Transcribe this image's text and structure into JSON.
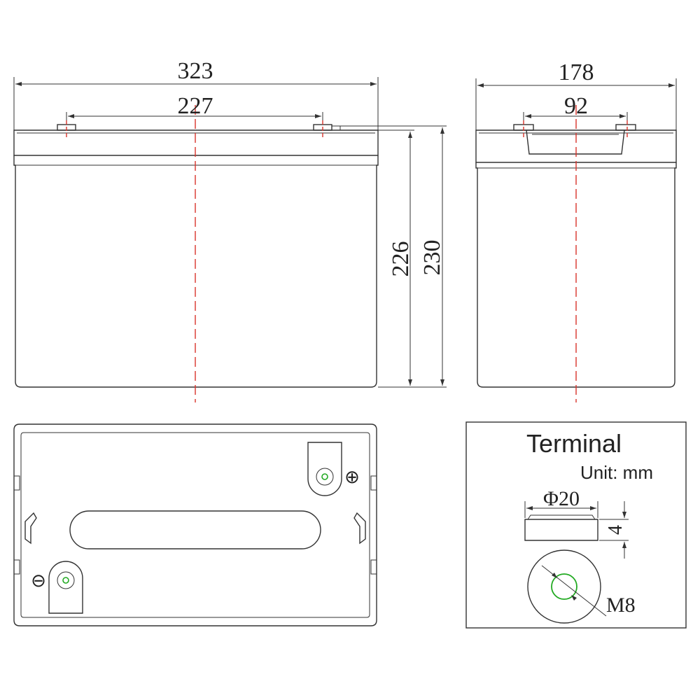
{
  "front_view": {
    "width_label": "323",
    "terminal_spacing_label": "227",
    "case_height_label": "226",
    "total_height_label": "230"
  },
  "side_view": {
    "width_label": "178",
    "terminal_spacing_label": "92"
  },
  "top_view": {
    "positive_symbol": "⊕",
    "negative_symbol": "⊖"
  },
  "terminal_panel": {
    "title": "Terminal",
    "unit": "Unit: mm",
    "diameter_label": "Φ20",
    "height_label": "4",
    "thread_label": "M8"
  },
  "colors": {
    "outline": "#333333",
    "centerline": "#d9342b",
    "terminal_bolt": "#22aa22"
  }
}
